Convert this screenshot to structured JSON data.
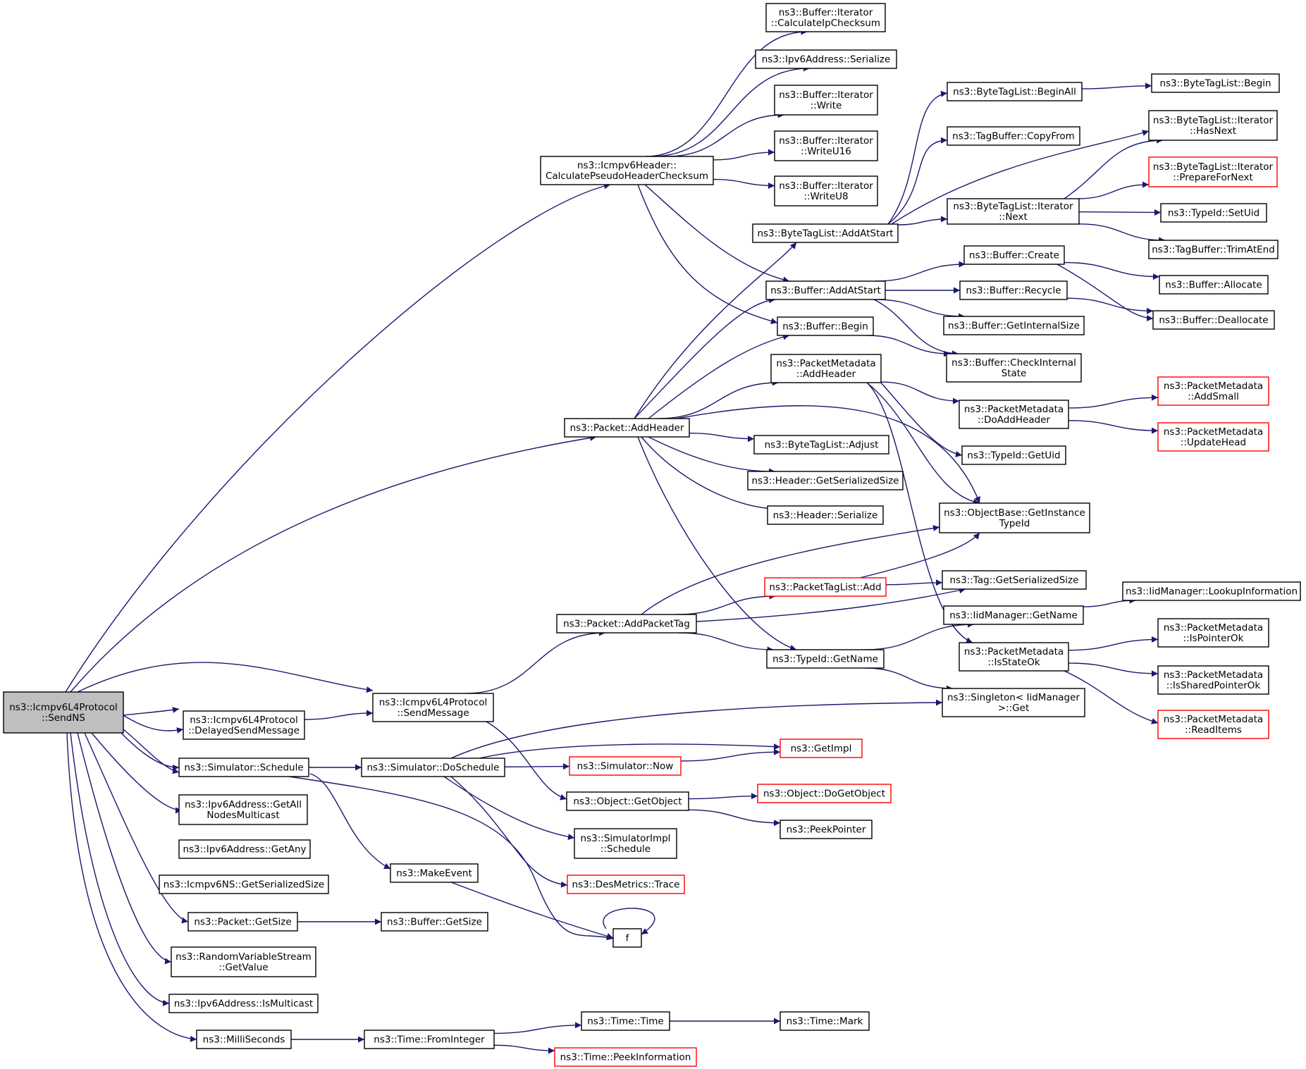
{
  "colors": {
    "edge": "#191970",
    "node_border": "#000000",
    "node_border_truncated": "#ff0000",
    "node_fill": "#ffffff",
    "root_fill": "#bfbfbf",
    "text": "#000000"
  },
  "nodes": [
    {
      "id": "root",
      "lines": [
        "ns3::Icmpv6L4Protocol",
        "::SendNS"
      ],
      "root": true
    },
    {
      "id": "n_calcPseudo",
      "lines": [
        "ns3::Icmpv6Header::",
        "CalculatePseudoHeaderChecksum"
      ]
    },
    {
      "id": "n_calcIp",
      "lines": [
        "ns3::Buffer::Iterator",
        "::CalculateIpChecksum"
      ]
    },
    {
      "id": "n_ipv6Ser",
      "lines": [
        "ns3::Ipv6Address::Serialize"
      ]
    },
    {
      "id": "n_itWrite",
      "lines": [
        "ns3::Buffer::Iterator",
        "::Write"
      ]
    },
    {
      "id": "n_itWriteU16",
      "lines": [
        "ns3::Buffer::Iterator",
        "::WriteU16"
      ]
    },
    {
      "id": "n_itWriteU8",
      "lines": [
        "ns3::Buffer::Iterator",
        "::WriteU8"
      ]
    },
    {
      "id": "n_btlBeginAll",
      "lines": [
        "ns3::ByteTagList::BeginAll"
      ]
    },
    {
      "id": "n_btlBegin",
      "lines": [
        "ns3::ByteTagList::Begin"
      ]
    },
    {
      "id": "n_tbCopyFrom",
      "lines": [
        "ns3::TagBuffer::CopyFrom"
      ]
    },
    {
      "id": "n_btlItHasNext",
      "lines": [
        "ns3::ByteTagList::Iterator",
        "::HasNext"
      ]
    },
    {
      "id": "n_btlItPrep",
      "lines": [
        "ns3::ByteTagList::Iterator",
        "::PrepareForNext"
      ],
      "truncated": true
    },
    {
      "id": "n_btlItNext",
      "lines": [
        "ns3::ByteTagList::Iterator",
        "::Next"
      ]
    },
    {
      "id": "n_typeSetUid",
      "lines": [
        "ns3::TypeId::SetUid"
      ]
    },
    {
      "id": "n_tbTrimAtEnd",
      "lines": [
        "ns3::TagBuffer::TrimAtEnd"
      ]
    },
    {
      "id": "n_btlAddAtStart",
      "lines": [
        "ns3::ByteTagList::AddAtStart"
      ]
    },
    {
      "id": "n_bufCreate",
      "lines": [
        "ns3::Buffer::Create"
      ]
    },
    {
      "id": "n_bufAllocate",
      "lines": [
        "ns3::Buffer::Allocate"
      ]
    },
    {
      "id": "n_bufAddAtStart",
      "lines": [
        "ns3::Buffer::AddAtStart"
      ]
    },
    {
      "id": "n_bufRecycle",
      "lines": [
        "ns3::Buffer::Recycle"
      ]
    },
    {
      "id": "n_bufDeallocate",
      "lines": [
        "ns3::Buffer::Deallocate"
      ]
    },
    {
      "id": "n_bufGetIntSize",
      "lines": [
        "ns3::Buffer::GetInternalSize"
      ]
    },
    {
      "id": "n_bufBegin",
      "lines": [
        "ns3::Buffer::Begin"
      ]
    },
    {
      "id": "n_bufCheckInt",
      "lines": [
        "ns3::Buffer::CheckInternal",
        "State"
      ]
    },
    {
      "id": "n_pmAddHeader",
      "lines": [
        "ns3::PacketMetadata",
        "::AddHeader"
      ]
    },
    {
      "id": "n_pmDoAddHeader",
      "lines": [
        "ns3::PacketMetadata",
        "::DoAddHeader"
      ]
    },
    {
      "id": "n_pmAddSmall",
      "lines": [
        "ns3::PacketMetadata",
        "::AddSmall"
      ],
      "truncated": true
    },
    {
      "id": "n_pmUpdateHead",
      "lines": [
        "ns3::PacketMetadata",
        "::UpdateHead"
      ],
      "truncated": true
    },
    {
      "id": "n_pktAddHeader",
      "lines": [
        "ns3::Packet::AddHeader"
      ]
    },
    {
      "id": "n_btlAdjust",
      "lines": [
        "ns3::ByteTagList::Adjust"
      ]
    },
    {
      "id": "n_typeGetUid",
      "lines": [
        "ns3::TypeId::GetUid"
      ]
    },
    {
      "id": "n_hdrGetSerSize",
      "lines": [
        "ns3::Header::GetSerializedSize"
      ]
    },
    {
      "id": "n_objBaseGetInst",
      "lines": [
        "ns3::ObjectBase::GetInstance",
        "TypeId"
      ]
    },
    {
      "id": "n_hdrSerialize",
      "lines": [
        "ns3::Header::Serialize"
      ]
    },
    {
      "id": "n_ptlAdd",
      "lines": [
        "ns3::PacketTagList::Add"
      ],
      "truncated": true
    },
    {
      "id": "n_tagGetSerSize",
      "lines": [
        "ns3::Tag::GetSerializedSize"
      ]
    },
    {
      "id": "n_iidLookup",
      "lines": [
        "ns3::IidManager::LookupInformation"
      ]
    },
    {
      "id": "n_pktAddPacketTag",
      "lines": [
        "ns3::Packet::AddPacketTag"
      ]
    },
    {
      "id": "n_iidGetName",
      "lines": [
        "ns3::IidManager::GetName"
      ]
    },
    {
      "id": "n_pmIsPointerOk",
      "lines": [
        "ns3::PacketMetadata",
        "::IsPointerOk"
      ]
    },
    {
      "id": "n_typeGetName",
      "lines": [
        "ns3::TypeId::GetName"
      ]
    },
    {
      "id": "n_pmIsStateOk",
      "lines": [
        "ns3::PacketMetadata",
        "::IsStateOk"
      ]
    },
    {
      "id": "n_pmIsSharedPtrOk",
      "lines": [
        "ns3::PacketMetadata",
        "::IsSharedPointerOk"
      ]
    },
    {
      "id": "n_icmpSendMsg",
      "lines": [
        "ns3::Icmpv6L4Protocol",
        "::SendMessage"
      ]
    },
    {
      "id": "n_singletonGet",
      "lines": [
        "ns3::Singleton< IidManager",
        ">::Get"
      ]
    },
    {
      "id": "n_icmpDelayed",
      "lines": [
        "ns3::Icmpv6L4Protocol",
        "::DelayedSendMessage"
      ]
    },
    {
      "id": "n_pmReadItems",
      "lines": [
        "ns3::PacketMetadata",
        "::ReadItems"
      ],
      "truncated": true
    },
    {
      "id": "n_getImpl",
      "lines": [
        "ns3::GetImpl"
      ],
      "truncated": true
    },
    {
      "id": "n_simSchedule",
      "lines": [
        "ns3::Simulator::Schedule"
      ]
    },
    {
      "id": "n_simDoSchedule",
      "lines": [
        "ns3::Simulator::DoSchedule"
      ]
    },
    {
      "id": "n_simNow",
      "lines": [
        "ns3::Simulator::Now"
      ],
      "truncated": true
    },
    {
      "id": "n_objGetObject",
      "lines": [
        "ns3::Object::GetObject"
      ]
    },
    {
      "id": "n_objDoGetObject",
      "lines": [
        "ns3::Object::DoGetObject"
      ],
      "truncated": true
    },
    {
      "id": "n_ipv6GetAllNodes",
      "lines": [
        "ns3::Ipv6Address::GetAll",
        "NodesMulticast"
      ]
    },
    {
      "id": "n_peekPointer",
      "lines": [
        "ns3::PeekPointer"
      ]
    },
    {
      "id": "n_simImplSchedule",
      "lines": [
        "ns3::SimulatorImpl",
        "::Schedule"
      ]
    },
    {
      "id": "n_ipv6GetAny",
      "lines": [
        "ns3::Ipv6Address::GetAny"
      ]
    },
    {
      "id": "n_makeEvent",
      "lines": [
        "ns3::MakeEvent"
      ]
    },
    {
      "id": "n_icmpNSGetSer",
      "lines": [
        "ns3::Icmpv6NS::GetSerializedSize"
      ]
    },
    {
      "id": "n_desMetricsTrace",
      "lines": [
        "ns3::DesMetrics::Trace"
      ],
      "truncated": true
    },
    {
      "id": "n_pktGetSize",
      "lines": [
        "ns3::Packet::GetSize"
      ]
    },
    {
      "id": "n_bufGetSize",
      "lines": [
        "ns3::Buffer::GetSize"
      ]
    },
    {
      "id": "n_f",
      "lines": [
        "f"
      ]
    },
    {
      "id": "n_rvsGetValue",
      "lines": [
        "ns3::RandomVariableStream",
        "::GetValue"
      ]
    },
    {
      "id": "n_ipv6IsMulticast",
      "lines": [
        "ns3::Ipv6Address::IsMulticast"
      ]
    },
    {
      "id": "n_timeTime",
      "lines": [
        "ns3::Time::Time"
      ]
    },
    {
      "id": "n_timeMark",
      "lines": [
        "ns3::Time::Mark"
      ]
    },
    {
      "id": "n_milliSeconds",
      "lines": [
        "ns3::MilliSeconds"
      ]
    },
    {
      "id": "n_timeFromInt",
      "lines": [
        "ns3::Time::FromInteger"
      ]
    },
    {
      "id": "n_timePeekInfo",
      "lines": [
        "ns3::Time::PeekInformation"
      ],
      "truncated": true
    }
  ],
  "edges": [
    {
      "from": "root",
      "to": "n_calcPseudo"
    },
    {
      "from": "root",
      "to": "n_pktAddHeader"
    },
    {
      "from": "root",
      "to": "n_icmpSendMsg"
    },
    {
      "from": "root",
      "to": "n_icmpDelayed"
    },
    {
      "from": "root",
      "to": "n_simSchedule"
    },
    {
      "from": "root",
      "to": "n_ipv6GetAllNodes"
    },
    {
      "from": "root",
      "to": "n_ipv6GetAny"
    },
    {
      "from": "root",
      "to": "n_icmpNSGetSer"
    },
    {
      "from": "root",
      "to": "n_pktGetSize"
    },
    {
      "from": "root",
      "to": "n_rvsGetValue"
    },
    {
      "from": "root",
      "to": "n_ipv6IsMulticast"
    },
    {
      "from": "root",
      "to": "n_milliSeconds"
    },
    {
      "from": "n_calcPseudo",
      "to": "n_calcIp"
    },
    {
      "from": "n_calcPseudo",
      "to": "n_ipv6Ser"
    },
    {
      "from": "n_calcPseudo",
      "to": "n_itWrite"
    },
    {
      "from": "n_calcPseudo",
      "to": "n_itWriteU16"
    },
    {
      "from": "n_calcPseudo",
      "to": "n_itWriteU8"
    },
    {
      "from": "n_calcPseudo",
      "to": "n_bufAddAtStart"
    },
    {
      "from": "n_calcPseudo",
      "to": "n_bufBegin"
    },
    {
      "from": "n_btlBeginAll",
      "to": "n_btlBegin"
    },
    {
      "from": "n_btlItNext",
      "to": "n_btlItHasNext"
    },
    {
      "from": "n_btlItNext",
      "to": "n_btlItPrep"
    },
    {
      "from": "n_btlItNext",
      "to": "n_typeSetUid"
    },
    {
      "from": "n_btlItNext",
      "to": "n_tbTrimAtEnd"
    },
    {
      "from": "n_btlAddAtStart",
      "to": "n_btlBeginAll"
    },
    {
      "from": "n_btlAddAtStart",
      "to": "n_tbCopyFrom"
    },
    {
      "from": "n_btlAddAtStart",
      "to": "n_btlItHasNext"
    },
    {
      "from": "n_btlAddAtStart",
      "to": "n_btlItNext"
    },
    {
      "from": "n_bufCreate",
      "to": "n_bufAllocate"
    },
    {
      "from": "n_bufCreate",
      "to": "n_bufDeallocate"
    },
    {
      "from": "n_bufRecycle",
      "to": "n_bufDeallocate"
    },
    {
      "from": "n_bufAddAtStart",
      "to": "n_bufCreate"
    },
    {
      "from": "n_bufAddAtStart",
      "to": "n_bufRecycle"
    },
    {
      "from": "n_bufAddAtStart",
      "to": "n_bufGetIntSize"
    },
    {
      "from": "n_bufAddAtStart",
      "to": "n_bufCheckInt"
    },
    {
      "from": "n_bufBegin",
      "to": "n_bufCheckInt"
    },
    {
      "from": "n_pmDoAddHeader",
      "to": "n_pmAddSmall"
    },
    {
      "from": "n_pmDoAddHeader",
      "to": "n_pmUpdateHead"
    },
    {
      "from": "n_pmAddHeader",
      "to": "n_pmDoAddHeader"
    },
    {
      "from": "n_pmAddHeader",
      "to": "n_typeGetUid"
    },
    {
      "from": "n_pmAddHeader",
      "to": "n_objBaseGetInst"
    },
    {
      "from": "n_pmAddHeader",
      "to": "n_pmIsStateOk"
    },
    {
      "from": "n_pktAddHeader",
      "to": "n_btlAddAtStart"
    },
    {
      "from": "n_pktAddHeader",
      "to": "n_bufAddAtStart"
    },
    {
      "from": "n_pktAddHeader",
      "to": "n_bufBegin"
    },
    {
      "from": "n_pktAddHeader",
      "to": "n_pmAddHeader"
    },
    {
      "from": "n_pktAddHeader",
      "to": "n_btlAdjust"
    },
    {
      "from": "n_pktAddHeader",
      "to": "n_hdrGetSerSize"
    },
    {
      "from": "n_pktAddHeader",
      "to": "n_hdrSerialize"
    },
    {
      "from": "n_pktAddHeader",
      "to": "n_objBaseGetInst"
    },
    {
      "from": "n_pktAddHeader",
      "to": "n_typeGetName"
    },
    {
      "from": "n_ptlAdd",
      "to": "n_objBaseGetInst"
    },
    {
      "from": "n_ptlAdd",
      "to": "n_tagGetSerSize"
    },
    {
      "from": "n_iidGetName",
      "to": "n_iidLookup"
    },
    {
      "from": "n_pktAddPacketTag",
      "to": "n_objBaseGetInst"
    },
    {
      "from": "n_pktAddPacketTag",
      "to": "n_ptlAdd"
    },
    {
      "from": "n_pktAddPacketTag",
      "to": "n_tagGetSerSize"
    },
    {
      "from": "n_pktAddPacketTag",
      "to": "n_typeGetName"
    },
    {
      "from": "n_typeGetName",
      "to": "n_iidGetName"
    },
    {
      "from": "n_typeGetName",
      "to": "n_singletonGet"
    },
    {
      "from": "n_pmIsStateOk",
      "to": "n_pmIsPointerOk"
    },
    {
      "from": "n_pmIsStateOk",
      "to": "n_pmIsSharedPtrOk"
    },
    {
      "from": "n_pmIsStateOk",
      "to": "n_pmReadItems"
    },
    {
      "from": "n_icmpSendMsg",
      "to": "n_pktAddPacketTag"
    },
    {
      "from": "n_icmpSendMsg",
      "to": "n_objGetObject"
    },
    {
      "from": "n_icmpDelayed",
      "to": "n_icmpSendMsg"
    },
    {
      "from": "n_simSchedule",
      "to": "n_simDoSchedule"
    },
    {
      "from": "n_simSchedule",
      "to": "n_makeEvent"
    },
    {
      "from": "n_simSchedule",
      "to": "n_f"
    },
    {
      "from": "n_simDoSchedule",
      "to": "n_singletonGet"
    },
    {
      "from": "n_simDoSchedule",
      "to": "n_getImpl"
    },
    {
      "from": "n_simDoSchedule",
      "to": "n_simNow"
    },
    {
      "from": "n_simDoSchedule",
      "to": "n_simImplSchedule"
    },
    {
      "from": "n_simDoSchedule",
      "to": "n_desMetricsTrace"
    },
    {
      "from": "n_simNow",
      "to": "n_getImpl"
    },
    {
      "from": "n_objGetObject",
      "to": "n_objDoGetObject"
    },
    {
      "from": "n_objGetObject",
      "to": "n_peekPointer"
    },
    {
      "from": "n_makeEvent",
      "to": "n_f"
    },
    {
      "from": "n_f",
      "to": "n_f"
    },
    {
      "from": "n_pktGetSize",
      "to": "n_bufGetSize"
    },
    {
      "from": "n_milliSeconds",
      "to": "n_timeFromInt"
    },
    {
      "from": "n_timeFromInt",
      "to": "n_timeTime"
    },
    {
      "from": "n_timeFromInt",
      "to": "n_timePeekInfo"
    },
    {
      "from": "n_timeTime",
      "to": "n_timeMark"
    }
  ]
}
